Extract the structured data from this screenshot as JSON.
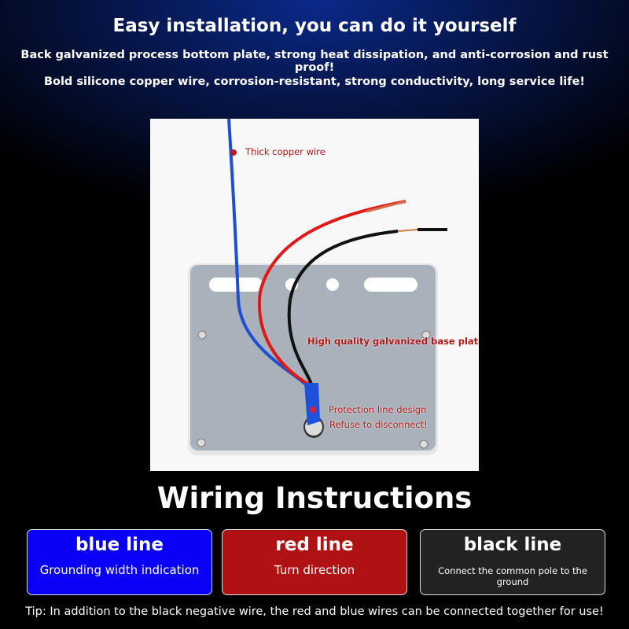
{
  "header": {
    "title": "Easy installation, you can do it yourself",
    "line1": "Back galvanized process bottom plate, strong heat dissipation, and anti-corrosion and rust proof!",
    "line2": "Bold silicone copper wire, corrosion-resistant, strong conductivity, long service life!"
  },
  "photo": {
    "label_wire": "Thick copper wire",
    "label_plate": "High quality galvanized base plate",
    "label_protect1": "Protection line design",
    "label_protect2": "Refuse to disconnect!"
  },
  "wiring": {
    "title": "Wiring Instructions",
    "cards": [
      {
        "title": "blue line",
        "desc": "Grounding width indication",
        "color": "#0a00f5"
      },
      {
        "title": "red line",
        "desc": "Turn direction",
        "color": "#b01214"
      },
      {
        "title": "black line",
        "desc": "Connect the common pole to the ground",
        "color": "#222222"
      }
    ],
    "tip": "Tip: In addition to the black negative wire, the red and blue wires can be connected together for use!"
  }
}
